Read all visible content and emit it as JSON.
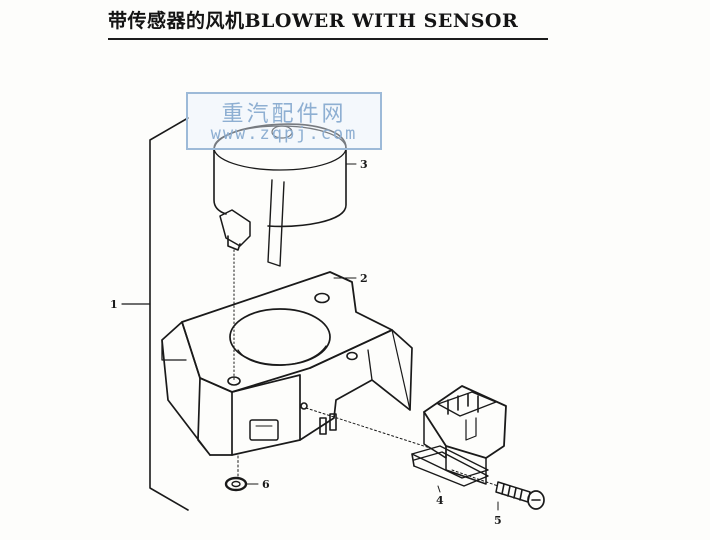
{
  "title": "带传感器的风机BLOWER WITH SENSOR",
  "watermark": {
    "text_cn": "重汽配件网",
    "url": "www.zqpj.com"
  },
  "callouts": [
    {
      "id": "1",
      "label": "1",
      "part": "assembly"
    },
    {
      "id": "2",
      "label": "2",
      "part": "bracket"
    },
    {
      "id": "3",
      "label": "3",
      "part": "blower-motor"
    },
    {
      "id": "4",
      "label": "4",
      "part": "sensor-clip"
    },
    {
      "id": "5",
      "label": "5",
      "part": "screw"
    },
    {
      "id": "6",
      "label": "6",
      "part": "grommet"
    }
  ],
  "colors": {
    "ink": "#1a1a1a",
    "paper": "#fdfdfb",
    "watermark": "#8eafd2"
  }
}
